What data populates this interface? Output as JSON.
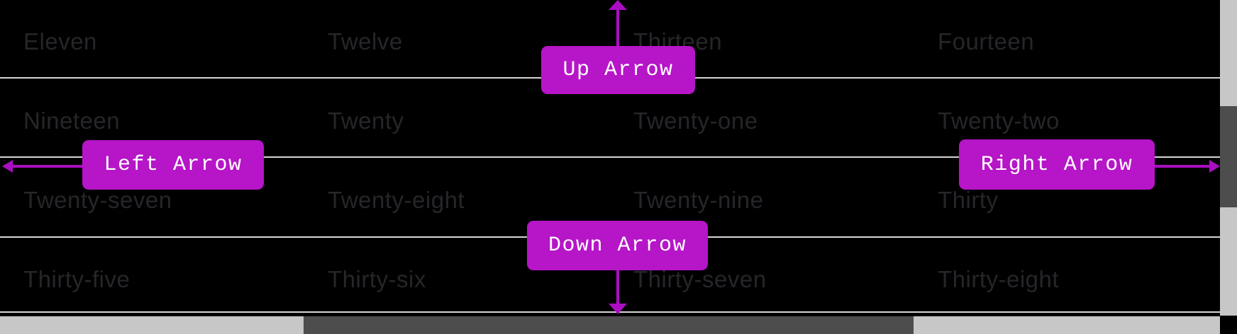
{
  "colors": {
    "bg": "#000000",
    "word": "#26262a",
    "divider": "#d6d6d6",
    "accent": "#b615c8",
    "arrow": "#aa0ec2",
    "button-text": "#ffffff",
    "track": "#c7c7c7",
    "thumb": "#4d4d4d"
  },
  "grid": {
    "rows": [
      {
        "cells": [
          "Eleven",
          "Twelve",
          "Thirteen",
          "Fourteen"
        ]
      },
      {
        "cells": [
          "Nineteen",
          "Twenty",
          "Twenty-one",
          "Twenty-two"
        ]
      },
      {
        "cells": [
          "Twenty-seven",
          "Twenty-eight",
          "Twenty-nine",
          "Thirty"
        ]
      },
      {
        "cells": [
          "Thirty-five",
          "Thirty-six",
          "Thirty-seven",
          "Thirty-eight"
        ]
      }
    ]
  },
  "overlays": {
    "up": {
      "label": "Up Arrow"
    },
    "down": {
      "label": "Down Arrow"
    },
    "left": {
      "label": "Left Arrow"
    },
    "right": {
      "label": "Right Arrow"
    }
  },
  "scrollbars": {
    "vertical": {
      "thumb_top_pct": 33.6,
      "thumb_height_pct": 32.1
    },
    "horizontal": {
      "thumb_left_pct": 24.9,
      "thumb_width_pct": 50.0
    }
  }
}
